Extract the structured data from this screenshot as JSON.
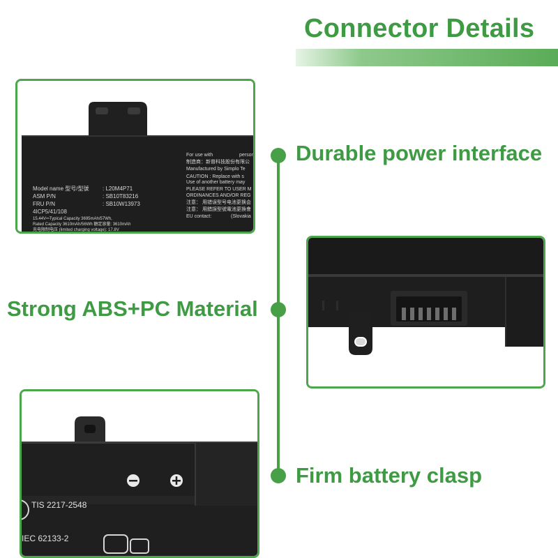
{
  "title": "Connector Details",
  "features": {
    "durable": "Durable power interface",
    "material": "Strong ABS+PC Material",
    "clasp": "Firm battery clasp"
  },
  "label": {
    "model_name": "Model name 型号/型號",
    "model_value": ": L20M4P71",
    "asm_pn": "ASM P/N",
    "asm_value": ": SB10T83216",
    "fru_pn": "FRU P/N",
    "fru_value": ": SB10W13973",
    "cell_code": "4ICP5/41/108",
    "typical": "15.44V⎓Typical Capacity 3695mAh/57Wh,",
    "rated": "Rated Capacity 3610mAh/56Wh 額定容量: 3610mAh",
    "charging": "充电限制电压 (limited charging voltage): 17.8V",
    "for_use": "For use with",
    "person": "person",
    "maker_cn": "制造商：新普科技股份有限公",
    "manufactured": "Manufactured by Simplo Te",
    "caution": "CAUTION : Replace with s",
    "use_another": "Use of another battery may",
    "refer": "PLEASE REFER TO USER M",
    "ordinances": "ORDINANCES AND/OR REG",
    "note1": "注意：  用错误型号电池更换会",
    "note2": "注意：  用錯誤型號電池更換會",
    "eu_contact": "EU contact:",
    "slovakia": "(Slovakia"
  },
  "bottom": {
    "minus": "−",
    "plus": "+",
    "tis": "TIS 2217-2548",
    "iec": "IEC 62133-2"
  }
}
